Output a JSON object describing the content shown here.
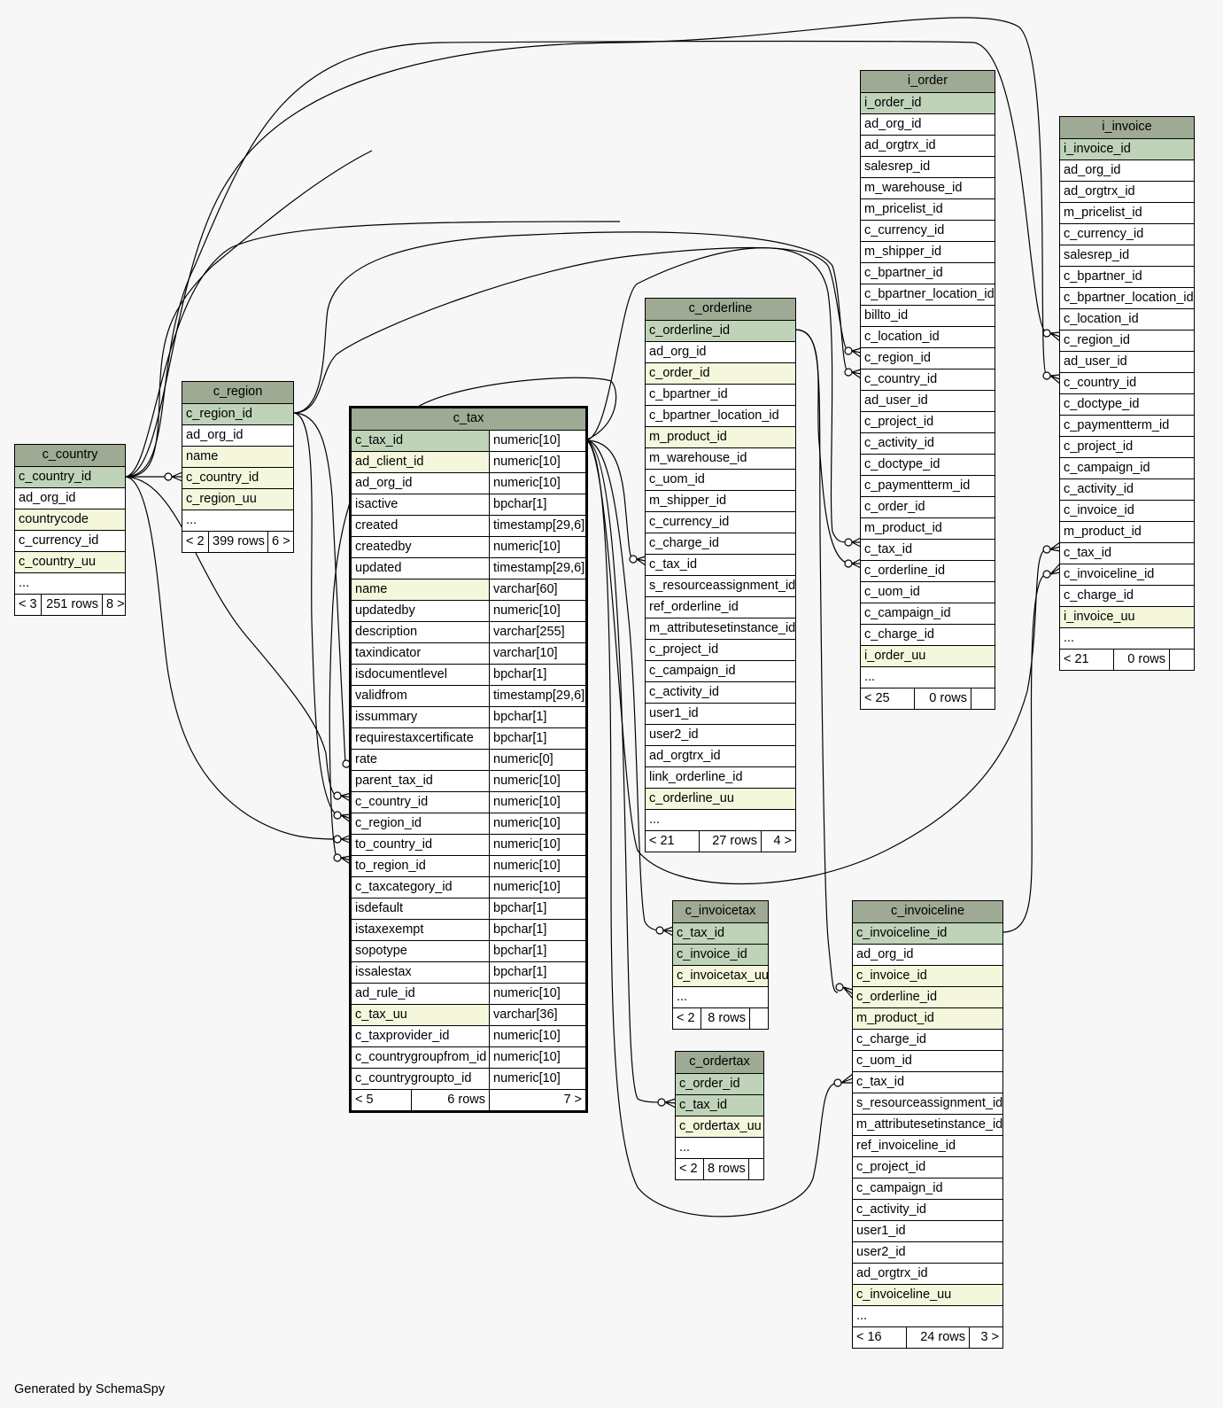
{
  "footer": "Generated by SchemaSpy",
  "tables": {
    "c_country": {
      "name": "c_country",
      "columns": [
        {
          "name": "c_country_id",
          "kind": "pk"
        },
        {
          "name": "ad_org_id",
          "kind": ""
        },
        {
          "name": "countrycode",
          "kind": "idx"
        },
        {
          "name": "c_currency_id",
          "kind": ""
        },
        {
          "name": "c_country_uu",
          "kind": "idx"
        },
        {
          "name": "...",
          "kind": ""
        }
      ],
      "footer": [
        "< 3",
        "251 rows",
        "8 >"
      ]
    },
    "c_region": {
      "name": "c_region",
      "columns": [
        {
          "name": "c_region_id",
          "kind": "pk"
        },
        {
          "name": "ad_org_id",
          "kind": ""
        },
        {
          "name": "name",
          "kind": "idx"
        },
        {
          "name": "c_country_id",
          "kind": "idx"
        },
        {
          "name": "c_region_uu",
          "kind": "idx"
        },
        {
          "name": "...",
          "kind": ""
        }
      ],
      "footer": [
        "< 2",
        "399 rows",
        "6 >"
      ]
    },
    "c_tax": {
      "name": "c_tax",
      "columns": [
        {
          "name": "c_tax_id",
          "type": "numeric[10]",
          "kind": "pk"
        },
        {
          "name": "ad_client_id",
          "type": "numeric[10]",
          "kind": "idx"
        },
        {
          "name": "ad_org_id",
          "type": "numeric[10]",
          "kind": ""
        },
        {
          "name": "isactive",
          "type": "bpchar[1]",
          "kind": ""
        },
        {
          "name": "created",
          "type": "timestamp[29,6]",
          "kind": ""
        },
        {
          "name": "createdby",
          "type": "numeric[10]",
          "kind": ""
        },
        {
          "name": "updated",
          "type": "timestamp[29,6]",
          "kind": ""
        },
        {
          "name": "name",
          "type": "varchar[60]",
          "kind": "idx"
        },
        {
          "name": "updatedby",
          "type": "numeric[10]",
          "kind": ""
        },
        {
          "name": "description",
          "type": "varchar[255]",
          "kind": ""
        },
        {
          "name": "taxindicator",
          "type": "varchar[10]",
          "kind": ""
        },
        {
          "name": "isdocumentlevel",
          "type": "bpchar[1]",
          "kind": ""
        },
        {
          "name": "validfrom",
          "type": "timestamp[29,6]",
          "kind": ""
        },
        {
          "name": "issummary",
          "type": "bpchar[1]",
          "kind": ""
        },
        {
          "name": "requirestaxcertificate",
          "type": "bpchar[1]",
          "kind": ""
        },
        {
          "name": "rate",
          "type": "numeric[0]",
          "kind": ""
        },
        {
          "name": "parent_tax_id",
          "type": "numeric[10]",
          "kind": ""
        },
        {
          "name": "c_country_id",
          "type": "numeric[10]",
          "kind": ""
        },
        {
          "name": "c_region_id",
          "type": "numeric[10]",
          "kind": ""
        },
        {
          "name": "to_country_id",
          "type": "numeric[10]",
          "kind": ""
        },
        {
          "name": "to_region_id",
          "type": "numeric[10]",
          "kind": ""
        },
        {
          "name": "c_taxcategory_id",
          "type": "numeric[10]",
          "kind": ""
        },
        {
          "name": "isdefault",
          "type": "bpchar[1]",
          "kind": ""
        },
        {
          "name": "istaxexempt",
          "type": "bpchar[1]",
          "kind": ""
        },
        {
          "name": "sopotype",
          "type": "bpchar[1]",
          "kind": ""
        },
        {
          "name": "issalestax",
          "type": "bpchar[1]",
          "kind": ""
        },
        {
          "name": "ad_rule_id",
          "type": "numeric[10]",
          "kind": ""
        },
        {
          "name": "c_tax_uu",
          "type": "varchar[36]",
          "kind": "idx"
        },
        {
          "name": "c_taxprovider_id",
          "type": "numeric[10]",
          "kind": ""
        },
        {
          "name": "c_countrygroupfrom_id",
          "type": "numeric[10]",
          "kind": ""
        },
        {
          "name": "c_countrygroupto_id",
          "type": "numeric[10]",
          "kind": ""
        }
      ],
      "footer": [
        "< 5",
        "6 rows",
        "7 >"
      ]
    },
    "c_orderline": {
      "name": "c_orderline",
      "columns": [
        {
          "name": "c_orderline_id",
          "kind": "pk"
        },
        {
          "name": "ad_org_id",
          "kind": ""
        },
        {
          "name": "c_order_id",
          "kind": "idx"
        },
        {
          "name": "c_bpartner_id",
          "kind": ""
        },
        {
          "name": "c_bpartner_location_id",
          "kind": ""
        },
        {
          "name": "m_product_id",
          "kind": "idx"
        },
        {
          "name": "m_warehouse_id",
          "kind": ""
        },
        {
          "name": "c_uom_id",
          "kind": ""
        },
        {
          "name": "m_shipper_id",
          "kind": ""
        },
        {
          "name": "c_currency_id",
          "kind": ""
        },
        {
          "name": "c_charge_id",
          "kind": ""
        },
        {
          "name": "c_tax_id",
          "kind": ""
        },
        {
          "name": "s_resourceassignment_id",
          "kind": ""
        },
        {
          "name": "ref_orderline_id",
          "kind": ""
        },
        {
          "name": "m_attributesetinstance_id",
          "kind": ""
        },
        {
          "name": "c_project_id",
          "kind": ""
        },
        {
          "name": "c_campaign_id",
          "kind": ""
        },
        {
          "name": "c_activity_id",
          "kind": ""
        },
        {
          "name": "user1_id",
          "kind": ""
        },
        {
          "name": "user2_id",
          "kind": ""
        },
        {
          "name": "ad_orgtrx_id",
          "kind": ""
        },
        {
          "name": "link_orderline_id",
          "kind": ""
        },
        {
          "name": "c_orderline_uu",
          "kind": "idx"
        },
        {
          "name": "...",
          "kind": ""
        }
      ],
      "footer": [
        "< 21",
        "27 rows",
        "4 >"
      ]
    },
    "i_order": {
      "name": "i_order",
      "columns": [
        {
          "name": "i_order_id",
          "kind": "pk"
        },
        {
          "name": "ad_org_id",
          "kind": ""
        },
        {
          "name": "ad_orgtrx_id",
          "kind": ""
        },
        {
          "name": "salesrep_id",
          "kind": ""
        },
        {
          "name": "m_warehouse_id",
          "kind": ""
        },
        {
          "name": "m_pricelist_id",
          "kind": ""
        },
        {
          "name": "c_currency_id",
          "kind": ""
        },
        {
          "name": "m_shipper_id",
          "kind": ""
        },
        {
          "name": "c_bpartner_id",
          "kind": ""
        },
        {
          "name": "c_bpartner_location_id",
          "kind": ""
        },
        {
          "name": "billto_id",
          "kind": ""
        },
        {
          "name": "c_location_id",
          "kind": ""
        },
        {
          "name": "c_region_id",
          "kind": ""
        },
        {
          "name": "c_country_id",
          "kind": ""
        },
        {
          "name": "ad_user_id",
          "kind": ""
        },
        {
          "name": "c_project_id",
          "kind": ""
        },
        {
          "name": "c_activity_id",
          "kind": ""
        },
        {
          "name": "c_doctype_id",
          "kind": ""
        },
        {
          "name": "c_paymentterm_id",
          "kind": ""
        },
        {
          "name": "c_order_id",
          "kind": ""
        },
        {
          "name": "m_product_id",
          "kind": ""
        },
        {
          "name": "c_tax_id",
          "kind": ""
        },
        {
          "name": "c_orderline_id",
          "kind": ""
        },
        {
          "name": "c_uom_id",
          "kind": ""
        },
        {
          "name": "c_campaign_id",
          "kind": ""
        },
        {
          "name": "c_charge_id",
          "kind": ""
        },
        {
          "name": "i_order_uu",
          "kind": "idx"
        },
        {
          "name": "...",
          "kind": ""
        }
      ],
      "footer": [
        "< 25",
        "0 rows",
        ""
      ]
    },
    "i_invoice": {
      "name": "i_invoice",
      "columns": [
        {
          "name": "i_invoice_id",
          "kind": "pk"
        },
        {
          "name": "ad_org_id",
          "kind": ""
        },
        {
          "name": "ad_orgtrx_id",
          "kind": ""
        },
        {
          "name": "m_pricelist_id",
          "kind": ""
        },
        {
          "name": "c_currency_id",
          "kind": ""
        },
        {
          "name": "salesrep_id",
          "kind": ""
        },
        {
          "name": "c_bpartner_id",
          "kind": ""
        },
        {
          "name": "c_bpartner_location_id",
          "kind": ""
        },
        {
          "name": "c_location_id",
          "kind": ""
        },
        {
          "name": "c_region_id",
          "kind": ""
        },
        {
          "name": "ad_user_id",
          "kind": ""
        },
        {
          "name": "c_country_id",
          "kind": ""
        },
        {
          "name": "c_doctype_id",
          "kind": ""
        },
        {
          "name": "c_paymentterm_id",
          "kind": ""
        },
        {
          "name": "c_project_id",
          "kind": ""
        },
        {
          "name": "c_campaign_id",
          "kind": ""
        },
        {
          "name": "c_activity_id",
          "kind": ""
        },
        {
          "name": "c_invoice_id",
          "kind": ""
        },
        {
          "name": "m_product_id",
          "kind": ""
        },
        {
          "name": "c_tax_id",
          "kind": ""
        },
        {
          "name": "c_invoiceline_id",
          "kind": ""
        },
        {
          "name": "c_charge_id",
          "kind": ""
        },
        {
          "name": "i_invoice_uu",
          "kind": "idx"
        },
        {
          "name": "...",
          "kind": ""
        }
      ],
      "footer": [
        "< 21",
        "0 rows",
        ""
      ]
    },
    "c_invoicetax": {
      "name": "c_invoicetax",
      "columns": [
        {
          "name": "c_tax_id",
          "kind": "pk"
        },
        {
          "name": "c_invoice_id",
          "kind": "pk"
        },
        {
          "name": "c_invoicetax_uu",
          "kind": "idx"
        },
        {
          "name": "...",
          "kind": ""
        }
      ],
      "footer": [
        "< 2",
        "8 rows",
        ""
      ]
    },
    "c_ordertax": {
      "name": "c_ordertax",
      "columns": [
        {
          "name": "c_order_id",
          "kind": "pk"
        },
        {
          "name": "c_tax_id",
          "kind": "pk"
        },
        {
          "name": "c_ordertax_uu",
          "kind": "idx"
        },
        {
          "name": "...",
          "kind": ""
        }
      ],
      "footer": [
        "< 2",
        "8 rows",
        ""
      ]
    },
    "c_invoiceline": {
      "name": "c_invoiceline",
      "columns": [
        {
          "name": "c_invoiceline_id",
          "kind": "pk"
        },
        {
          "name": "ad_org_id",
          "kind": ""
        },
        {
          "name": "c_invoice_id",
          "kind": "idx"
        },
        {
          "name": "c_orderline_id",
          "kind": "idx"
        },
        {
          "name": "m_product_id",
          "kind": "idx"
        },
        {
          "name": "c_charge_id",
          "kind": ""
        },
        {
          "name": "c_uom_id",
          "kind": ""
        },
        {
          "name": "c_tax_id",
          "kind": ""
        },
        {
          "name": "s_resourceassignment_id",
          "kind": ""
        },
        {
          "name": "m_attributesetinstance_id",
          "kind": ""
        },
        {
          "name": "ref_invoiceline_id",
          "kind": ""
        },
        {
          "name": "c_project_id",
          "kind": ""
        },
        {
          "name": "c_campaign_id",
          "kind": ""
        },
        {
          "name": "c_activity_id",
          "kind": ""
        },
        {
          "name": "user1_id",
          "kind": ""
        },
        {
          "name": "user2_id",
          "kind": ""
        },
        {
          "name": "ad_orgtrx_id",
          "kind": ""
        },
        {
          "name": "c_invoiceline_uu",
          "kind": "idx"
        },
        {
          "name": "...",
          "kind": ""
        }
      ],
      "footer": [
        "< 16",
        "24 rows",
        "3 >"
      ]
    }
  }
}
